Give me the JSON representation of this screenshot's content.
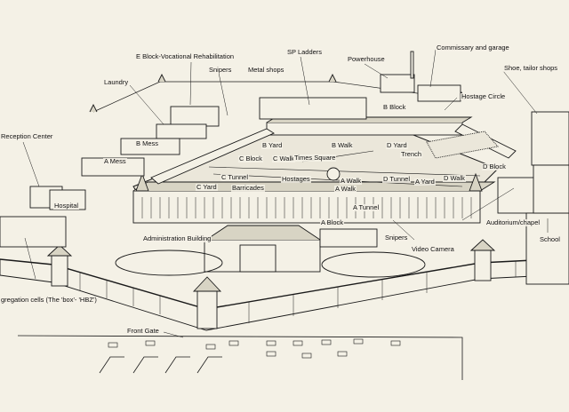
{
  "colors": {
    "paper": "#f4f1e6",
    "ink": "#1a1a1a",
    "roof": "#d8d4c4",
    "yard": "#ebe7da"
  },
  "labels": {
    "e_block": "E Block-Vocational Rehabilitation",
    "sp_ladders": "SP Ladders",
    "powerhouse": "Powerhouse",
    "commissary": "Commissary and garage",
    "snipers_top": "Snipers",
    "metal_shops": "Metal shops",
    "shoe_tailor": "Shoe, tailor shops",
    "laundry": "Laundry",
    "b_block": "B Block",
    "hostage_circle": "Hostage  Circle",
    "reception": "Reception Center",
    "b_yard": "B Yard",
    "b_walk": "B Walk",
    "d_yard": "D Yard",
    "b_mess": "B Mess",
    "c_block": "C Block",
    "c_walk": "C Walk",
    "times_square": "Times Square",
    "trench": "Trench",
    "d_block": "D Block",
    "a_mess": "A Mess",
    "c_tunnel": "C Tunnel",
    "hostages": "Hostages",
    "a_walk_1": "A Walk",
    "d_tunnel": "D Tunnel",
    "a_yard": "A Yard",
    "d_walk": "D Walk",
    "c_yard": "C Yard",
    "barricades": "Barricades",
    "a_walk_2": "A Walk",
    "hospital": "Hospital",
    "a_tunnel": "A Tunnel",
    "a_block": "A Block",
    "auditorium": "Auditorium/chapel",
    "snipers_bottom": "Snipers",
    "admin_building": "Administration Building",
    "school": "School",
    "video_camera": "Video Camera",
    "segregation": "gregation cells (The 'box'- 'HBZ')",
    "front_gate": "Front Gate"
  }
}
